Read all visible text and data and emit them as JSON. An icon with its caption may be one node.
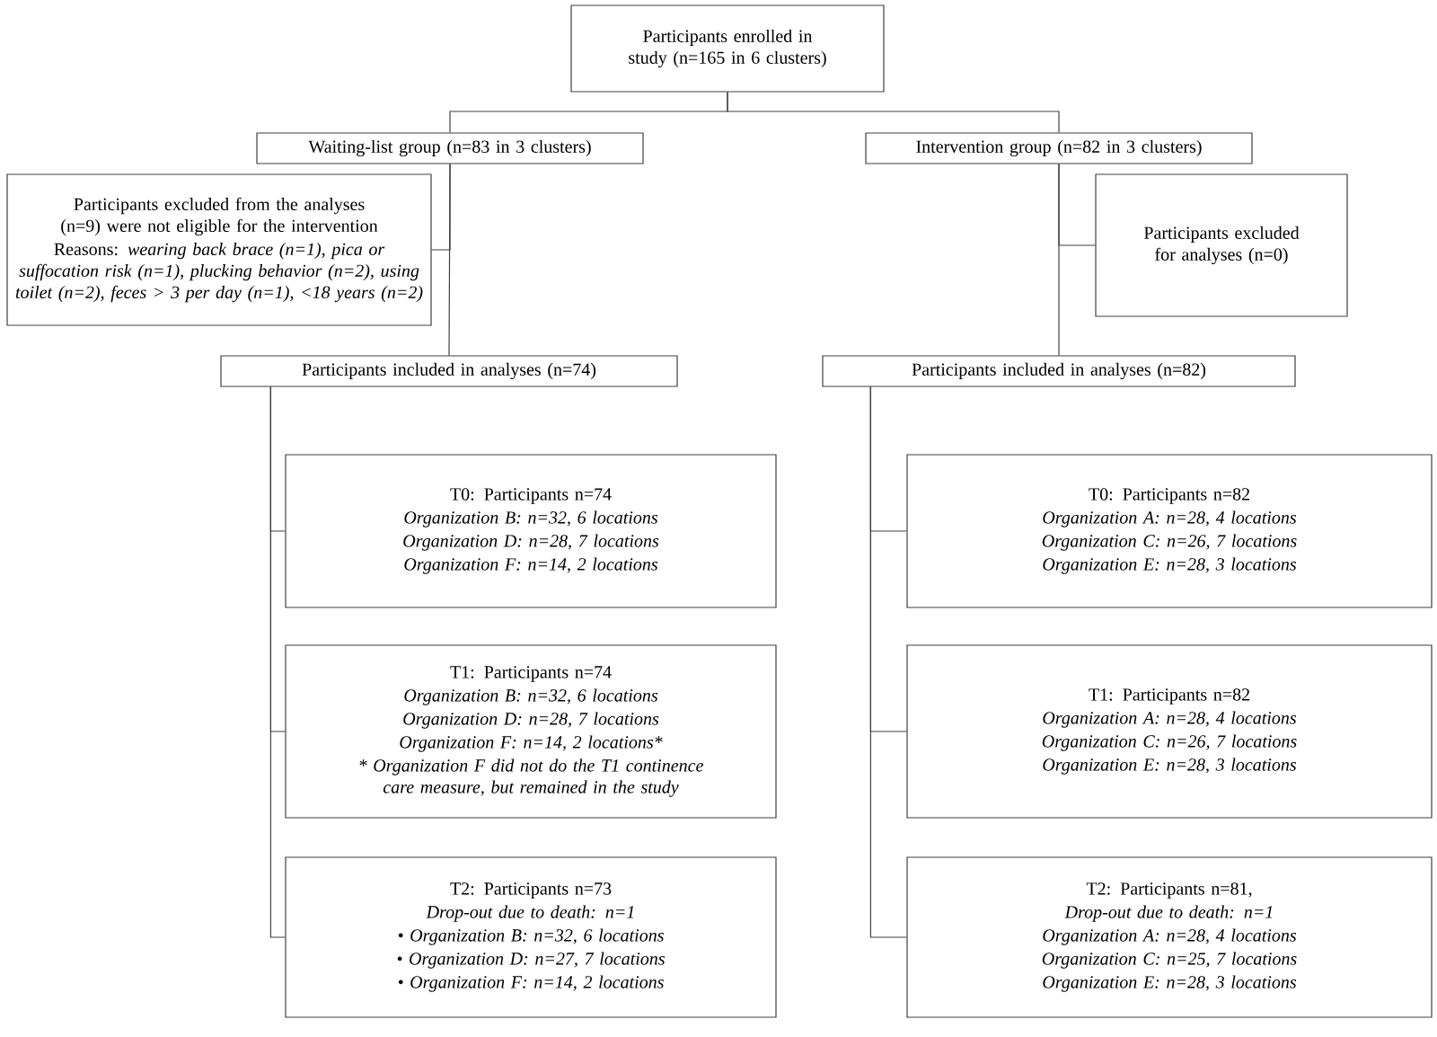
{
  "diagram": {
    "nodes": [
      {
        "text": [
          "Participants enrolled in study (n=165 in 6 clusters)"
        ]
      },
      {
        "text": [
          "Waiting-list group (n=83 in 3 clusters)"
        ]
      },
      {
        "text": [
          "Intervention group (n=82 in 3 clusters)"
        ]
      },
      {
        "text": [
          "Participants excluded from the analyses (n=9) were not eligible for the intervention",
          "Reasons: *wearing back brace (n=1), pica or suffocation risk (n=1), plucking behavior (n=2), using toilet (n=2), feces > 3 per day (n=1), <18 years (n=2)*"
        ]
      },
      {
        "text": [
          "Participants excluded for analyses (n=0)"
        ]
      },
      {
        "text": [
          "Participants included in analyses (n=74)"
        ]
      },
      {
        "text": [
          "Participants included in analyses (n=82)"
        ]
      },
      {
        "text": [
          "T0: Participants n=74",
          "Organization B: n=32, 6 locations",
          "Organization D: n=28, 7 locations",
          "Organization F: n=14, 2 locations"
        ]
      },
      {
        "text": [
          "T1: Participants n=74",
          "Organization B: n=32, 6 locations",
          "Organization D: n=28, 7 locations",
          "Organization F: n=14, 2 locations*",
          "* Organization F did not do the T1 continence care measure, but remained in the study"
        ]
      },
      {
        "text": [
          "T2: Participants n=73",
          "Drop-out due to death: n=1",
          "• Organization B: n=32, 6 locations",
          "• Organization D: n=27, 7 locations",
          "• Organization F: n=14, 2 locations"
        ]
      },
      {
        "text": [
          "T0: Participants n=82",
          "Organization A: n=28, 4 locations",
          "Organization C: n=26, 7 locations",
          "Organization E: n=28, 3 locations"
        ]
      },
      {
        "text": [
          "T1: Participants n=82",
          "Organization A: n=28, 4 locations",
          "Organization C: n=26, 7 locations",
          "Organization E: n=28, 3 locations"
        ]
      },
      {
        "text": [
          "T2: Participants n=81,",
          "Drop-out due to death: n=1",
          "Organization A: n=28, 4 locations",
          "Organization C: n=25, 7 locations",
          "Organization E: n=28, 3 locations"
        ]
      }
    ],
    "edges": [
      {
        "from": 0,
        "to": 1,
        "arrow": "none"
      },
      {
        "from": 0,
        "to": 2,
        "arrow": "none"
      },
      {
        "from": 1,
        "to": 3,
        "arrow": "none"
      },
      {
        "from": 1,
        "to": 5,
        "arrow": "none"
      },
      {
        "from": 2,
        "to": 4,
        "arrow": "none"
      },
      {
        "from": 2,
        "to": 6,
        "arrow": "none"
      },
      {
        "from": 5,
        "to": 7,
        "arrow": "none"
      },
      {
        "from": 5,
        "to": 8,
        "arrow": "none"
      },
      {
        "from": 5,
        "to": 9,
        "arrow": "none"
      },
      {
        "from": 6,
        "to": 10,
        "arrow": "none"
      },
      {
        "from": 6,
        "to": 11,
        "arrow": "none"
      },
      {
        "from": 6,
        "to": 12,
        "arrow": "none"
      }
    ]
  }
}
